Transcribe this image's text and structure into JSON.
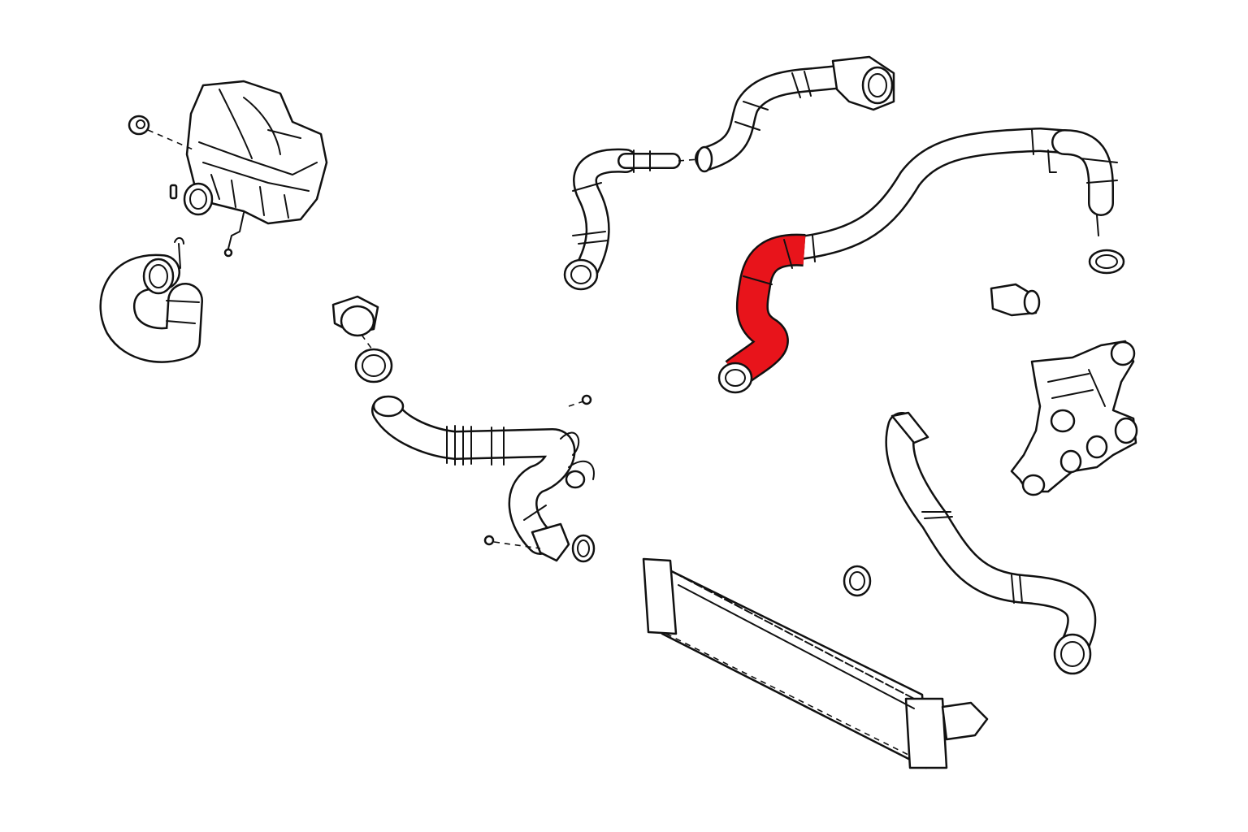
{
  "diagram": {
    "highlight_color": "#e8141b",
    "line_color": "#111111",
    "background": "#ffffff",
    "parts": [
      "air-intake-housing",
      "washer",
      "bolt",
      "elbow-hose",
      "upper-charge-air-hose",
      "intercooler-outlet-hose",
      "highlighted-hose-section",
      "hose-clamp",
      "sensor-adapter",
      "turbocharger-manifold",
      "charge-air-pipe",
      "lower-intercooler-hose",
      "intercooler"
    ]
  }
}
